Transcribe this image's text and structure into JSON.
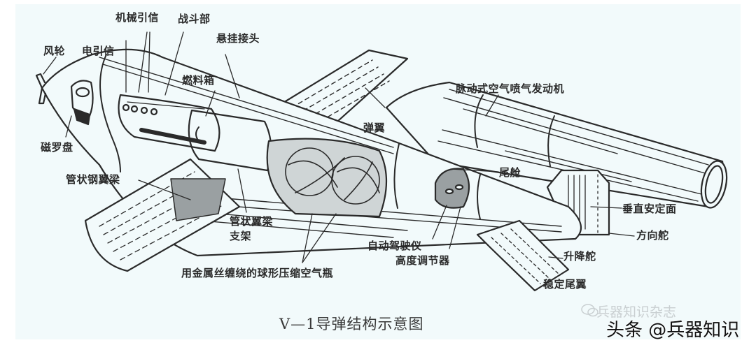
{
  "diagram": {
    "title": "V—1导弹结构示意图",
    "subject": "V-1 missile structure diagram",
    "background_color": "#f2fafb",
    "line_color": "#2a2a2a",
    "labels": {
      "propeller": "风轮",
      "electric_fuze": "电引信",
      "mechanical_fuze": "机械引信",
      "warhead": "战斗部",
      "suspension_joint": "悬挂接头",
      "fuel_tank": "燃料箱",
      "pulsejet_engine": "脉动式空气喷气发动机",
      "wing": "弹翼",
      "compass": "磁罗盘",
      "tubular_steel_spar": "管状钢翼梁",
      "tubular_spar_bracket_1": "管状翼梁",
      "tubular_spar_bracket_2": "支架",
      "compressed_air_bottles": "用金属丝缠绕的球形压缩空气瓶",
      "autopilot": "自动驾驶仪",
      "altitude_regulator": "高度调节器",
      "tail_cabin": "尾舱",
      "vertical_stabilizer": "垂直安定面",
      "rudder": "方向舵",
      "elevator": "升降舵",
      "horizontal_stabilizer": "稳定尾翼"
    }
  },
  "watermark": {
    "wechat_source": "兵器知识杂志",
    "platform": "头条 @兵器知识"
  }
}
